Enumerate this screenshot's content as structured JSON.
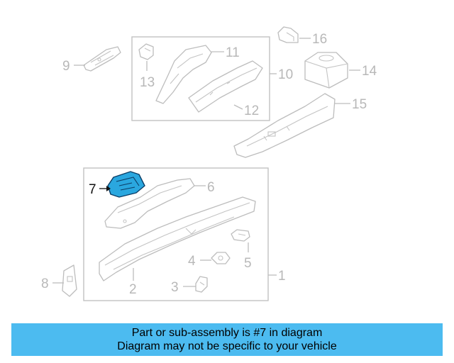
{
  "diagram": {
    "callouts": {
      "c1": "1",
      "c2": "2",
      "c3": "3",
      "c4": "4",
      "c5": "5",
      "c6": "6",
      "c7": "7",
      "c8": "8",
      "c9": "9",
      "c10": "10",
      "c11": "11",
      "c12": "12",
      "c13": "13",
      "c14": "14",
      "c15": "15",
      "c16": "16"
    },
    "highlighted_part": "7",
    "colors": {
      "highlight_fill": "#2aa7df",
      "highlight_stroke": "#0b3d66",
      "line_art": "#bdbdbd",
      "banner": "#4cbbf0"
    }
  },
  "banner": {
    "line1": "Part or sub-assembly is #7 in diagram",
    "line2": "Diagram may not be specific to your vehicle"
  }
}
